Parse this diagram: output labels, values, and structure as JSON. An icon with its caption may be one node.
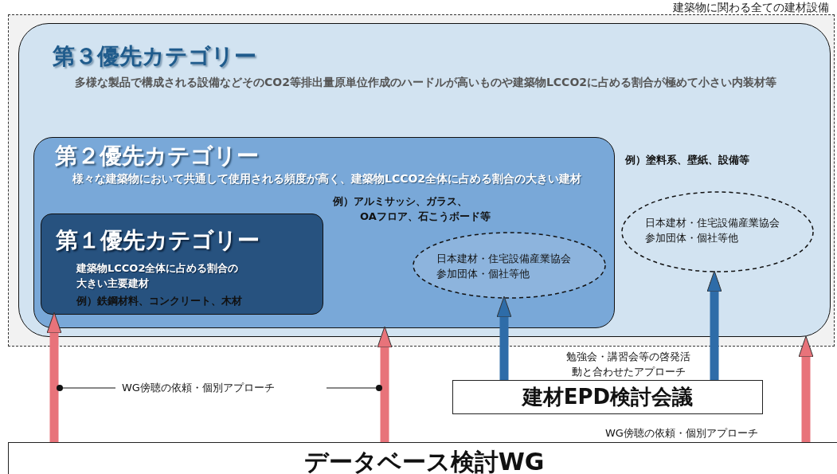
{
  "diagram": {
    "nodes": [
      {
        "text": [
          "建築物に関わる全ての建材設備"
        ]
      },
      {
        "text": [
          "第３優先カテゴリー",
          "多様な製品で構成される設備などそのCO2等排出量原単位作成のハードルが高いものや建築物LCCO2に占める割合が極めて小さい内装材等",
          "例）塗料系、壁紙、設備等"
        ],
        "in": 0
      },
      {
        "text": [
          "第２優先カテゴリー",
          "様々な建築物において共通して使用される頻度が高く、建築物LCCO2全体に占める割合の大きい建材",
          "例）アルミサッシ、ガラス、OAフロア、石こうボード等"
        ],
        "in": 1
      },
      {
        "text": [
          "第１優先カテゴリー",
          "建築物LCCO2全体に占める割合の大きい主要建材",
          "例）鉄鋼材料、コンクリート、木材"
        ],
        "in": 2
      },
      {
        "text": [
          "日本建材・住宅設備産業協会参加団体・個社等他"
        ],
        "in": 2
      },
      {
        "text": [
          "日本建材・住宅設備産業協会参加団体・個社等他"
        ],
        "in": 1
      },
      {
        "text": [
          "建材EPD検討会議"
        ],
        "beside": [
          "勉強会・講習会等の啓発活動と合わせたアプローチ"
        ]
      },
      {
        "text": [
          "データベース検討WG"
        ]
      }
    ],
    "edges": [
      {
        "from": 7,
        "to": 3,
        "arrow": "to"
      },
      {
        "from": 7,
        "to": 2,
        "arrow": "to"
      },
      {
        "from": 7,
        "to": 1,
        "arrow": "to",
        "label": "WG傍聴の依頼・個別アプローチ"
      },
      {
        "from": 6,
        "to": 4,
        "arrow": "to",
        "color": "#2e6ca8"
      },
      {
        "from": 6,
        "to": 5,
        "arrow": "to",
        "color": "#2e6ca8"
      }
    ],
    "labels": [
      "WG傍聴の依頼・個別アプローチ"
    ]
  }
}
